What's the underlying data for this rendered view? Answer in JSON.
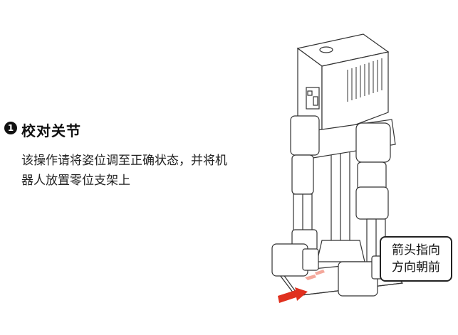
{
  "step": {
    "number": "1",
    "title": "校对关节",
    "description_lines": [
      "该操作请将姿位调至正确状态，并将机",
      "器人放置零位支架上"
    ]
  },
  "callout": {
    "lines": [
      "箭头指向",
      "方向朝前"
    ]
  },
  "colors": {
    "arrow": "#e0301e",
    "line": "#333333",
    "text": "#111111"
  },
  "illustration": {
    "icon": "robot-on-zero-stand-illustration"
  }
}
